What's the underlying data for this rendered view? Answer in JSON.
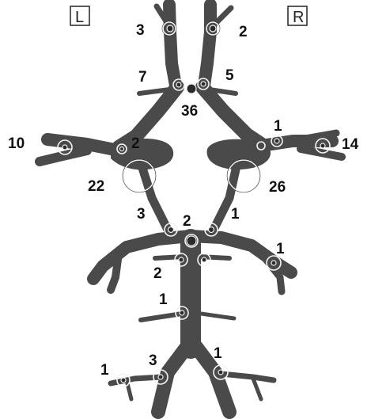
{
  "sides": {
    "left": "L",
    "right": "R"
  },
  "counts": {
    "l_ica_top": "3",
    "r_ica_top": "2",
    "l_aca": "7",
    "r_aca": "5",
    "acom": "36",
    "r_pcom_top": "1",
    "l_pcom": "2",
    "l_mca": "10",
    "r_mca": "14",
    "l_ica_bif": "22",
    "r_ica_bif": "26",
    "l_pca": "3",
    "basilar_tip": "2",
    "r_pca": "1",
    "r_sca": "1",
    "l_sca": "2",
    "l_aica": "1",
    "l_vert_branch": "1",
    "l_vert": "3",
    "r_vert": "1"
  },
  "colors": {
    "vessel": "#4a4a4a",
    "ring": "#f4f4f4",
    "text": "#111111"
  }
}
